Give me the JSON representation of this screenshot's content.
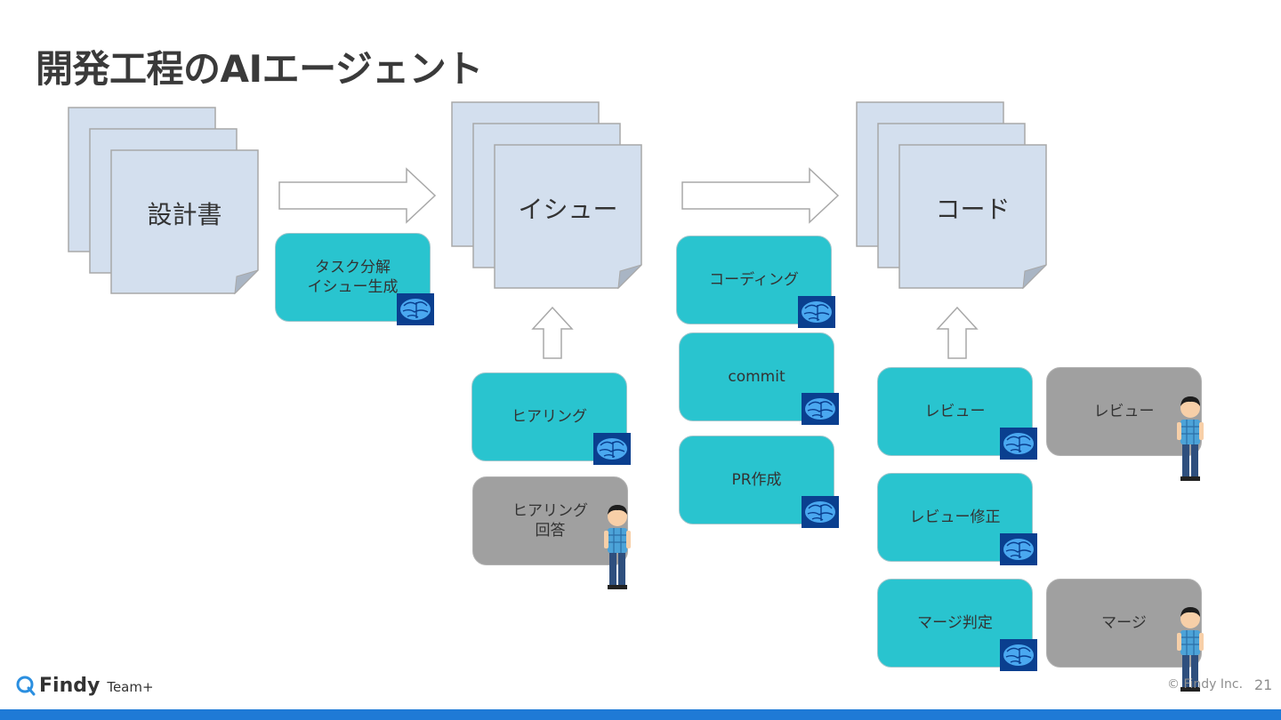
{
  "slide": {
    "title": "開発工程のAIエージェント",
    "page_number": "21",
    "copyright": "© Findy Inc."
  },
  "logo": {
    "name": "Findy",
    "sub": "Team+"
  },
  "documents": [
    {
      "label": "設計書"
    },
    {
      "label": "イシュー"
    },
    {
      "label": "コード"
    }
  ],
  "tasks": {
    "breakdown": "タスク分解\nイシュー生成",
    "hearing": "ヒアリング",
    "hearing_answer": "ヒアリング\n回答",
    "coding": "コーディング",
    "commit": "commit",
    "pr": "PR作成",
    "review_ai": "レビュー",
    "review_human": "レビュー",
    "review_fix": "レビュー修正",
    "merge_judge": "マージ判定",
    "merge": "マージ"
  },
  "colors": {
    "ai_box": "#29c4cf",
    "human_box": "#a0a0a0",
    "document": "#d3dfee",
    "accent_bar": "#1f7ad6"
  },
  "icons": {
    "ai": "brain-icon",
    "human": "person-icon",
    "flow": "arrow-icon"
  }
}
